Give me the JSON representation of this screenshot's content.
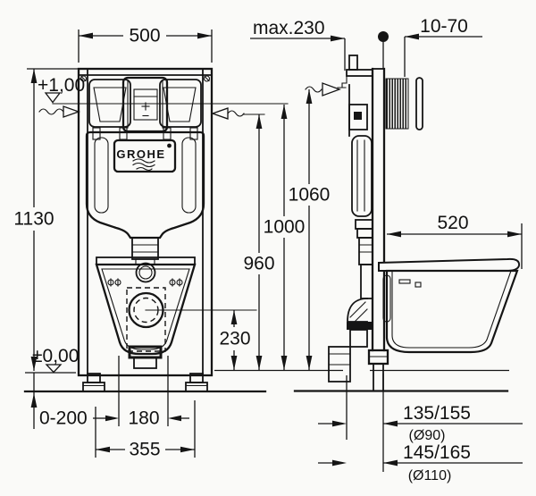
{
  "brand": {
    "logo_text": "GROHE"
  },
  "dimensions": {
    "front": {
      "width": "500",
      "height": "1130",
      "level_top": "+1,00",
      "level_floor": "±0,00",
      "floor_buildup": "0-200",
      "outlet_spacing": "180",
      "mount_width": "355"
    },
    "side": {
      "depth_max": "max.230",
      "wall_thickness": "10-70",
      "height_frame_top": "1060",
      "height_actuator": "1000",
      "height_plate": "960",
      "height_outlet": "230",
      "bowl_depth": "520",
      "drain_90": "135/155",
      "drain_90_dia": "(Ø90)",
      "drain_110": "145/165",
      "drain_110_dia": "(Ø110)"
    }
  }
}
